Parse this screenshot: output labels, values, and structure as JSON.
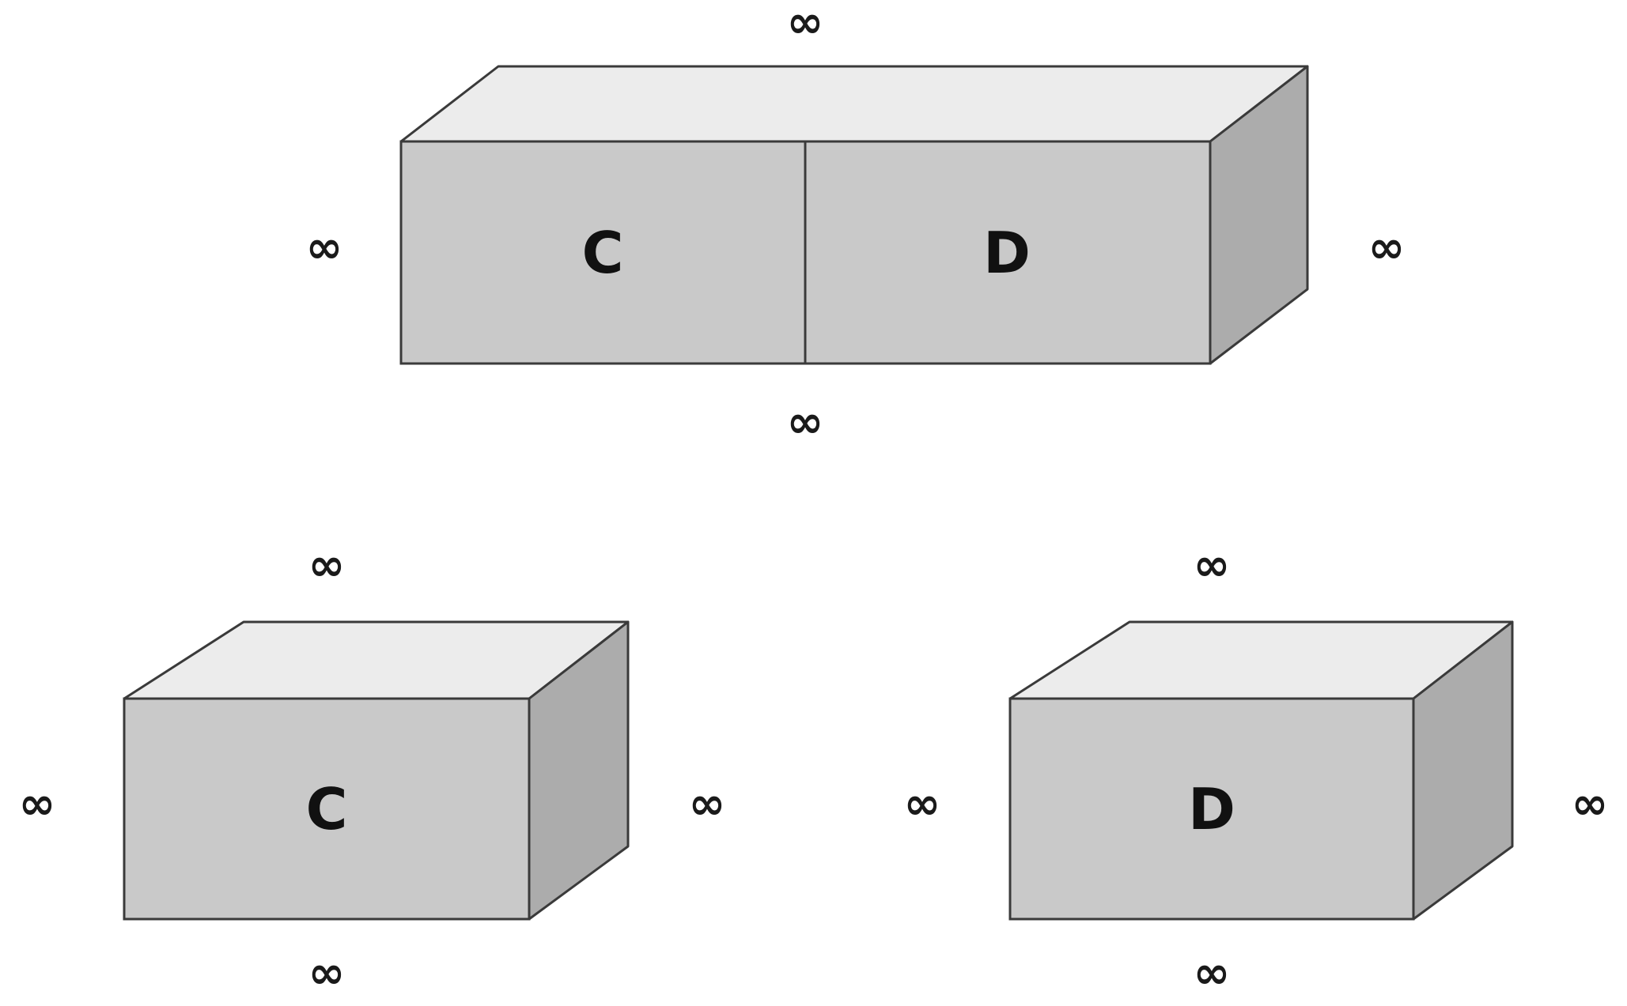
{
  "diagram": {
    "combined_box": {
      "left_label": "C",
      "right_label": "D",
      "marker_top": "∞",
      "marker_bottom": "∞",
      "marker_left": "∞",
      "marker_right": "∞"
    },
    "box_c": {
      "label": "C",
      "marker_top": "∞",
      "marker_bottom": "∞",
      "marker_left": "∞",
      "marker_right": "∞"
    },
    "box_d": {
      "label": "D",
      "marker_top": "∞",
      "marker_bottom": "∞",
      "marker_left": "∞",
      "marker_right": "∞"
    },
    "colors": {
      "front_face": "#c9c9c9",
      "top_face": "#ececec",
      "side_face": "#acacac",
      "outline": "#3a3a3a"
    }
  }
}
